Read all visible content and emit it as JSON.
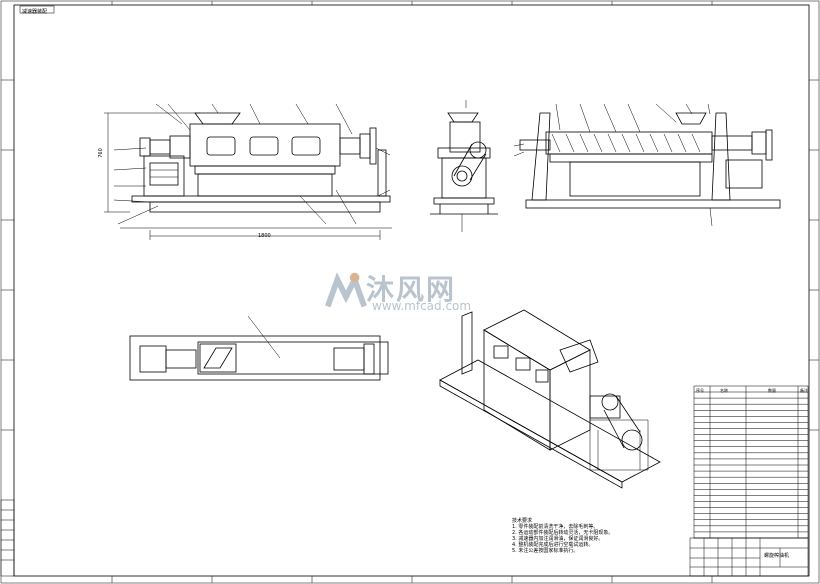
{
  "drawing": {
    "corner_tag": "减速器装配",
    "title_block_name": "螺旋榨油机",
    "notes_title": "技术要求",
    "notes": [
      "1. 零件装配前清洗干净，去除毛刺等。",
      "2. 各运动部件装配后转动灵活，无卡阻现象。",
      "3. 减速器内加注润滑油，保证润滑良好。",
      "4. 整机装配完成后进行空载试运转。",
      "5. 未注公差按国家标准执行。"
    ],
    "dimension_labels": {
      "front_length": "1800",
      "front_height": "760"
    }
  },
  "watermark": {
    "brand_cn": "沐风网",
    "url": "www.mfcad.com",
    "color": "#b9c4cf"
  },
  "bom": {
    "headers": [
      "序号",
      "名称",
      "数量",
      "备注"
    ],
    "rows": 24
  }
}
